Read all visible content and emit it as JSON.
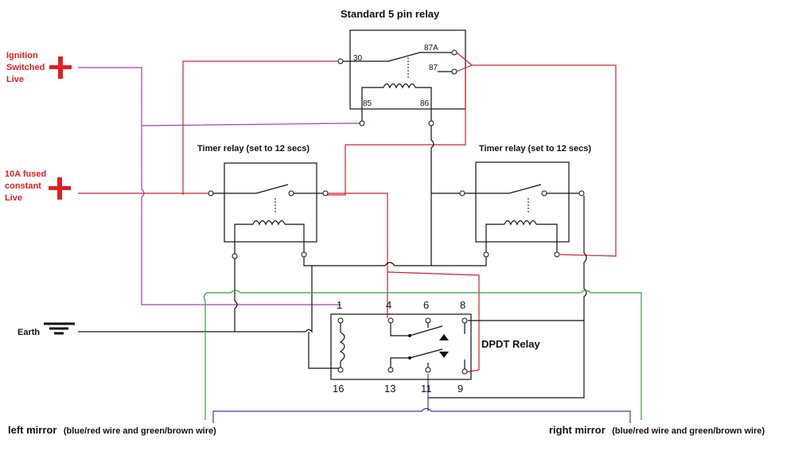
{
  "title": "Standard 5 pin relay",
  "sources": {
    "ignition": [
      "Ignition",
      "Switched",
      "Live"
    ],
    "fused": [
      "10A fused",
      "constant",
      "Live"
    ],
    "earth": "Earth"
  },
  "relay5": {
    "pins": {
      "p30": "30",
      "p87a": "87A",
      "p87": "87",
      "p85": "85",
      "p86": "86"
    }
  },
  "timers": {
    "left_label": "Timer relay (set to 12 secs)",
    "right_label": "Timer relay (set to 12 secs)"
  },
  "dpdt": {
    "label": "DPDT Relay",
    "pins_top": [
      "1",
      "4",
      "6",
      "8"
    ],
    "pins_bottom": [
      "16",
      "13",
      "11",
      "9"
    ]
  },
  "mirrors": {
    "left_bold": "left mirror",
    "left_rest": "(blue/red wire and green/brown wire)",
    "right_bold": "right mirror",
    "right_rest": "(blue/red wire and green/brown wire)"
  },
  "colors": {
    "red_wire": "#d02030",
    "purple_wire": "#a040b0",
    "green_wire": "#30a040",
    "blue_wire": "#3040a0",
    "label_red": "#e02020"
  }
}
